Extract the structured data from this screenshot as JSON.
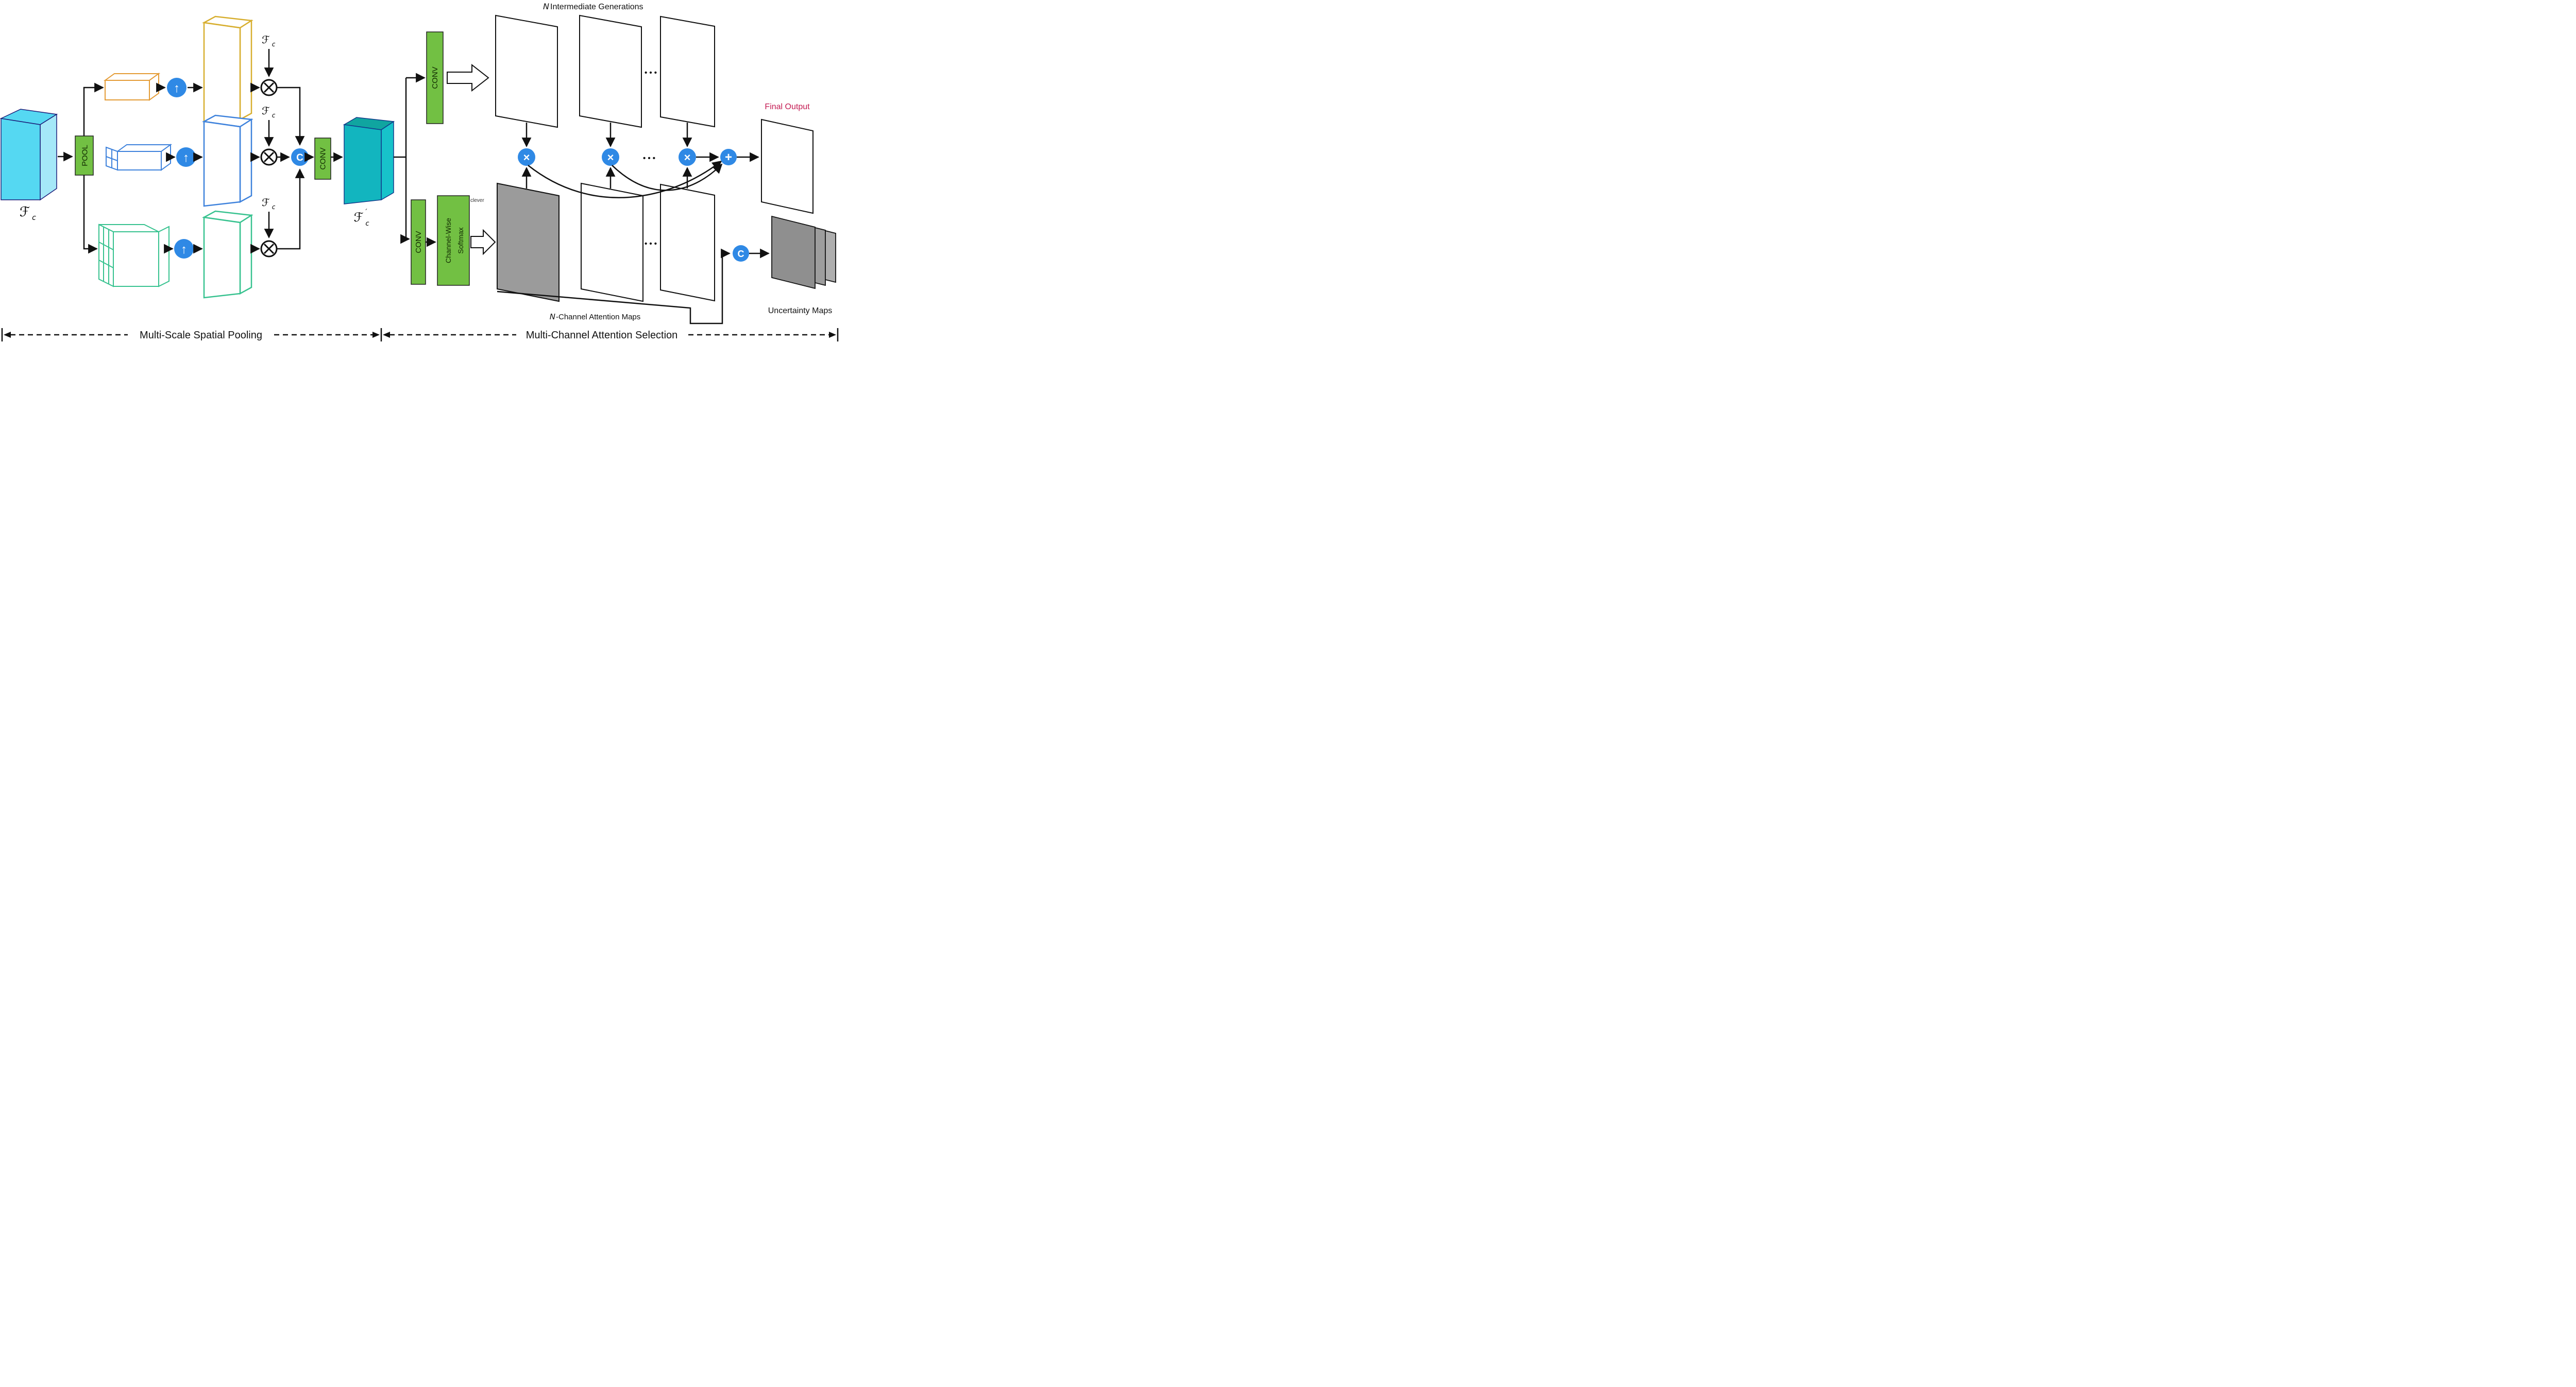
{
  "header": {
    "generations_title_n": "N",
    "generations_title_rest": " Intermediate Generations"
  },
  "labels": {
    "final_output": "Final Output",
    "uncertainty_maps": "Uncertainty Maps",
    "attention_maps_n": "N",
    "attention_maps_rest": "-Channel Attention Maps",
    "section_left": "Multi-Scale Spatial Pooling",
    "section_right": "Multi-Channel Attention Selection",
    "watermark": "clever",
    "dots": "• • •"
  },
  "blocks": {
    "pool": "POOL",
    "conv": "CONV",
    "softmax_line1": "Channel-Wise",
    "softmax_line2": "Softmax"
  },
  "operators": {
    "concat": "C",
    "multiply": "×",
    "add": "+",
    "upsample": "↑"
  },
  "math": {
    "feature": "ℱ",
    "subscript": "c",
    "prime": "′"
  },
  "colors": {
    "accent_blue": "#2F89E5",
    "box_green": "#72C043",
    "slab_cyan": "#55D8F2",
    "slab_teal": "#12B5BF",
    "wire_yellow": "#D7AE2E",
    "wire_blue": "#3E82DC",
    "wire_green": "#37C28F",
    "final_output_label": "#C41A52"
  }
}
